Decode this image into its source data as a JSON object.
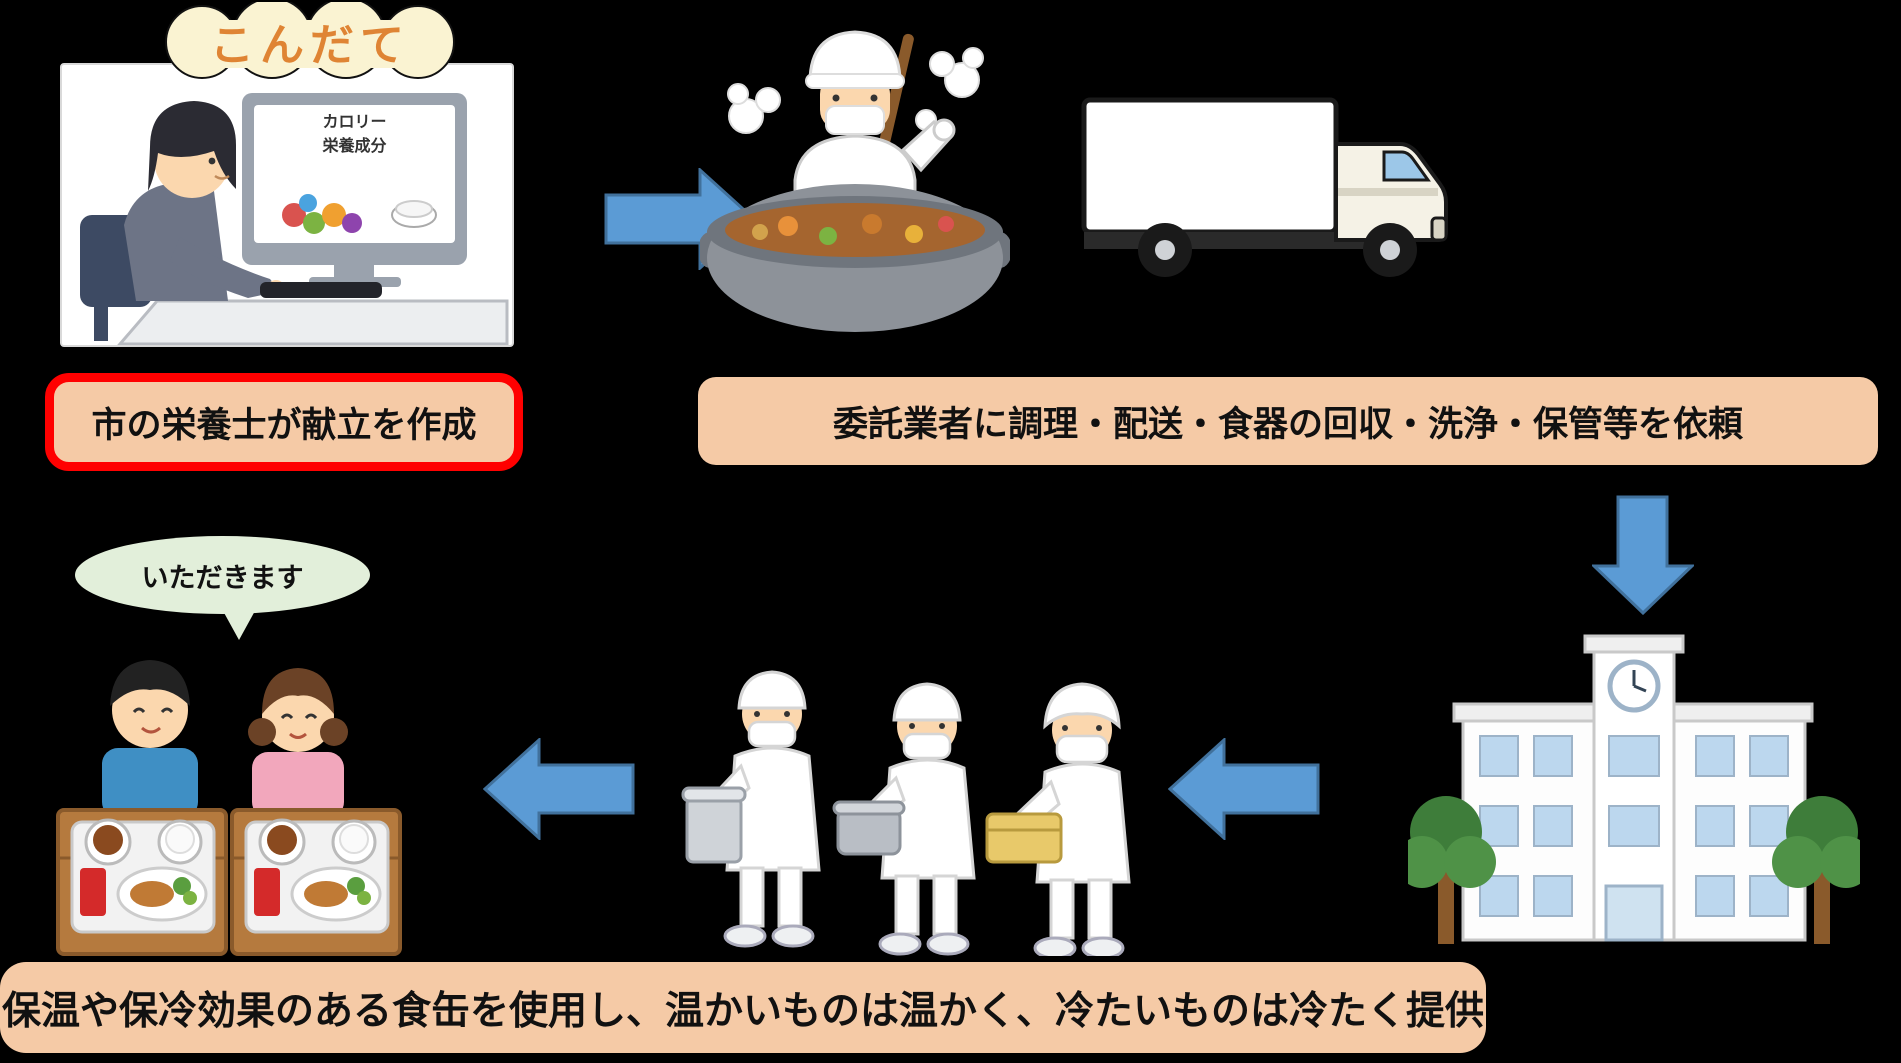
{
  "title_badge": {
    "text": "こんだて"
  },
  "monitor_screen": {
    "text": "カロリー\n栄養成分"
  },
  "speech_bubble": {
    "text": "いただきます"
  },
  "labels": {
    "menu_creation": "市の栄養士が献立を作成",
    "contractor": "委託業者に調理・配送・食器の回収・洗浄・保管等を依頼",
    "serving": "保温や保冷効果のある食缶を使用し、温かいものは温かく、冷たいものは冷たく提供"
  },
  "icons": {
    "nutritionist": "nutritionist-at-computer-illustration",
    "cook": "cook-stirring-pot-illustration",
    "truck": "delivery-truck-illustration",
    "school": "school-building-illustration",
    "carriers": "lunch-staff-carrying-food-illustration",
    "children": "children-eating-lunch-illustration",
    "arrow_right": "flow-arrow-right",
    "arrow_down": "flow-arrow-down",
    "arrow_left": "flow-arrow-left"
  },
  "colors": {
    "background": "#000000",
    "label_fill": "#F5CAA6",
    "label_red_border": "#FF0000",
    "arrow_fill": "#5B9BD5",
    "arrow_stroke": "#41719C",
    "speech_bubble_fill": "#E2EFDA",
    "title_cloud_fill": "#FAF3D2",
    "title_text": "#DF8434"
  }
}
